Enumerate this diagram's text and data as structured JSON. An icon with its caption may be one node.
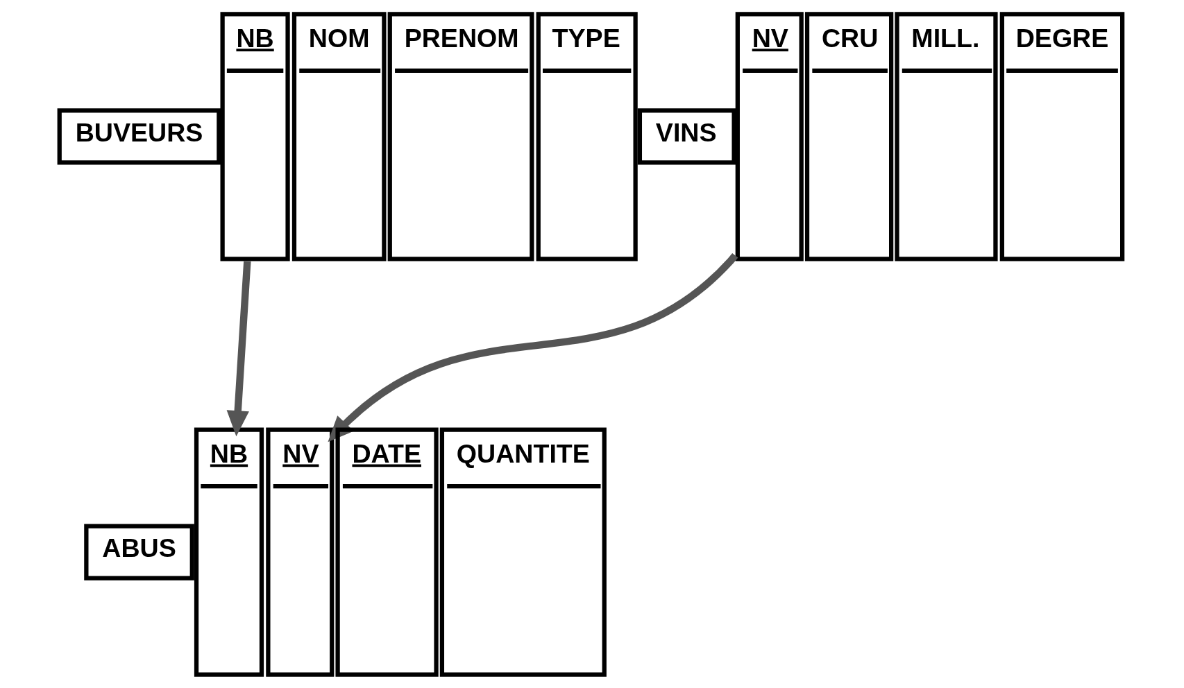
{
  "diagram": {
    "nodes": [
      {
        "text": [
          "BUVEURS"
        ]
      },
      {
        "text": [
          "NB"
        ]
      },
      {
        "text": [
          "NOM"
        ]
      },
      {
        "text": [
          "PRENOM"
        ]
      },
      {
        "text": [
          "TYPE"
        ]
      },
      {
        "text": [
          "VINS"
        ]
      },
      {
        "text": [
          "NV"
        ]
      },
      {
        "text": [
          "CRU"
        ]
      },
      {
        "text": [
          "MILL."
        ]
      },
      {
        "text": [
          "DEGRE"
        ]
      },
      {
        "text": [
          "ABUS"
        ]
      },
      {
        "text": [
          "NB"
        ]
      },
      {
        "text": [
          "NV"
        ]
      },
      {
        "text": [
          "DATE"
        ]
      },
      {
        "text": [
          "QUANTITE"
        ]
      }
    ],
    "edges": [
      {
        "from": 1,
        "to": 11,
        "arrow": "to"
      },
      {
        "from": 6,
        "to": 12,
        "arrow": "to"
      }
    ]
  }
}
